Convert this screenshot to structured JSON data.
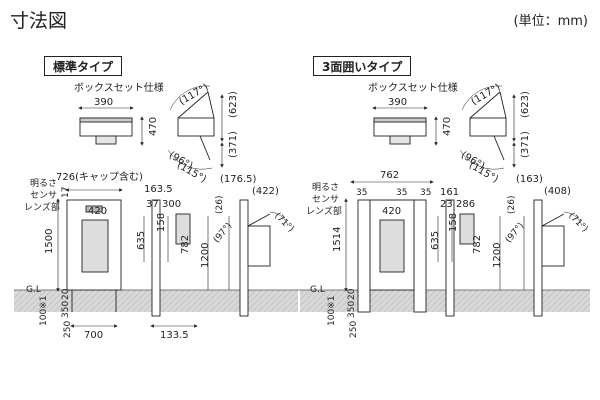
{
  "header": {
    "title": "寸法図",
    "unit": "(単位：mm)"
  },
  "standard": {
    "title": "標準タイプ",
    "box_set_label": "ボックスセット仕様",
    "box_w": "390",
    "box_h": "470",
    "angle_117": "(117°)",
    "dim_623": "(623)",
    "dim_371": "(371)",
    "angle_96": "(96°)",
    "angle_115": "(115°)",
    "w726": "726(キャップ含む)",
    "dim_17": "17",
    "dim_163_5": "163.5",
    "dim_176_5": "(176.5)",
    "dim_422": "(422)",
    "dim_37": "37",
    "dim_300": "300",
    "dim_26": "(26)",
    "angle_71": "(71°)",
    "dim_420": "420",
    "dim_1500": "1500",
    "dim_635": "635",
    "dim_158": "158",
    "dim_782": "782",
    "dim_1200": "1200",
    "angle_97": "(97°)",
    "gl": "G.L",
    "dim_20": "20",
    "dim_350": "350",
    "dim_250": "250",
    "dim_100": "100※1",
    "dim_700": "700",
    "dim_133_5": "133.5",
    "sensor_label": [
      "明るさ",
      "センサ",
      "レンズ部"
    ]
  },
  "three_side": {
    "title": "3面囲いタイプ",
    "box_set_label": "ボックスセット仕様",
    "box_w": "390",
    "box_h": "470",
    "angle_117": "(117°)",
    "dim_623": "(623)",
    "dim_371": "(371)",
    "angle_96": "(96°)",
    "angle_115": "(115°)",
    "w762": "762",
    "dim_35a": "35",
    "dim_35b": "35",
    "dim_35c": "35",
    "dim_161": "161",
    "dim_163": "(163)",
    "dim_408": "(408)",
    "dim_23": "23",
    "dim_286": "286",
    "dim_26": "(26)",
    "angle_71": "(71°)",
    "dim_420": "420",
    "dim_1514": "1514",
    "dim_635": "635",
    "dim_158": "158",
    "dim_782": "782",
    "dim_1200": "1200",
    "angle_97": "(97°)",
    "gl": "G.L",
    "dim_20": "20",
    "dim_350": "350",
    "dim_250": "250",
    "dim_100": "100※1",
    "sensor_label": [
      "明るさ",
      "センサ",
      "レンズ部"
    ]
  }
}
